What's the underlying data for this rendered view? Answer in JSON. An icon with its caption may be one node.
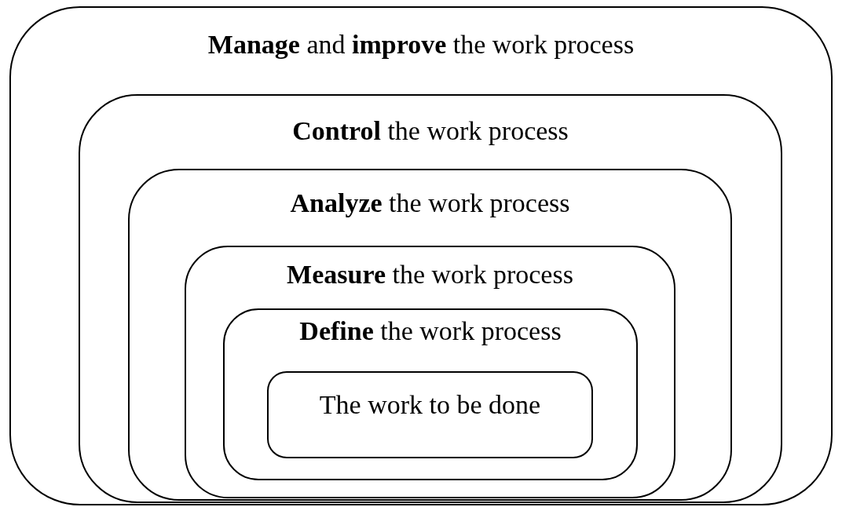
{
  "diagram": {
    "nodes": [
      {
        "text": [
          "**Manage** and **improve** the work process"
        ]
      },
      {
        "text": [
          "**Control** the work process"
        ],
        "in": 0
      },
      {
        "text": [
          "**Analyze** the work process"
        ],
        "in": 1
      },
      {
        "text": [
          "**Measure** the work process"
        ],
        "in": 2
      },
      {
        "text": [
          "**Define** the work process"
        ],
        "in": 3
      },
      {
        "text": [
          "The work to be done"
        ],
        "in": 4
      }
    ],
    "edges": []
  }
}
